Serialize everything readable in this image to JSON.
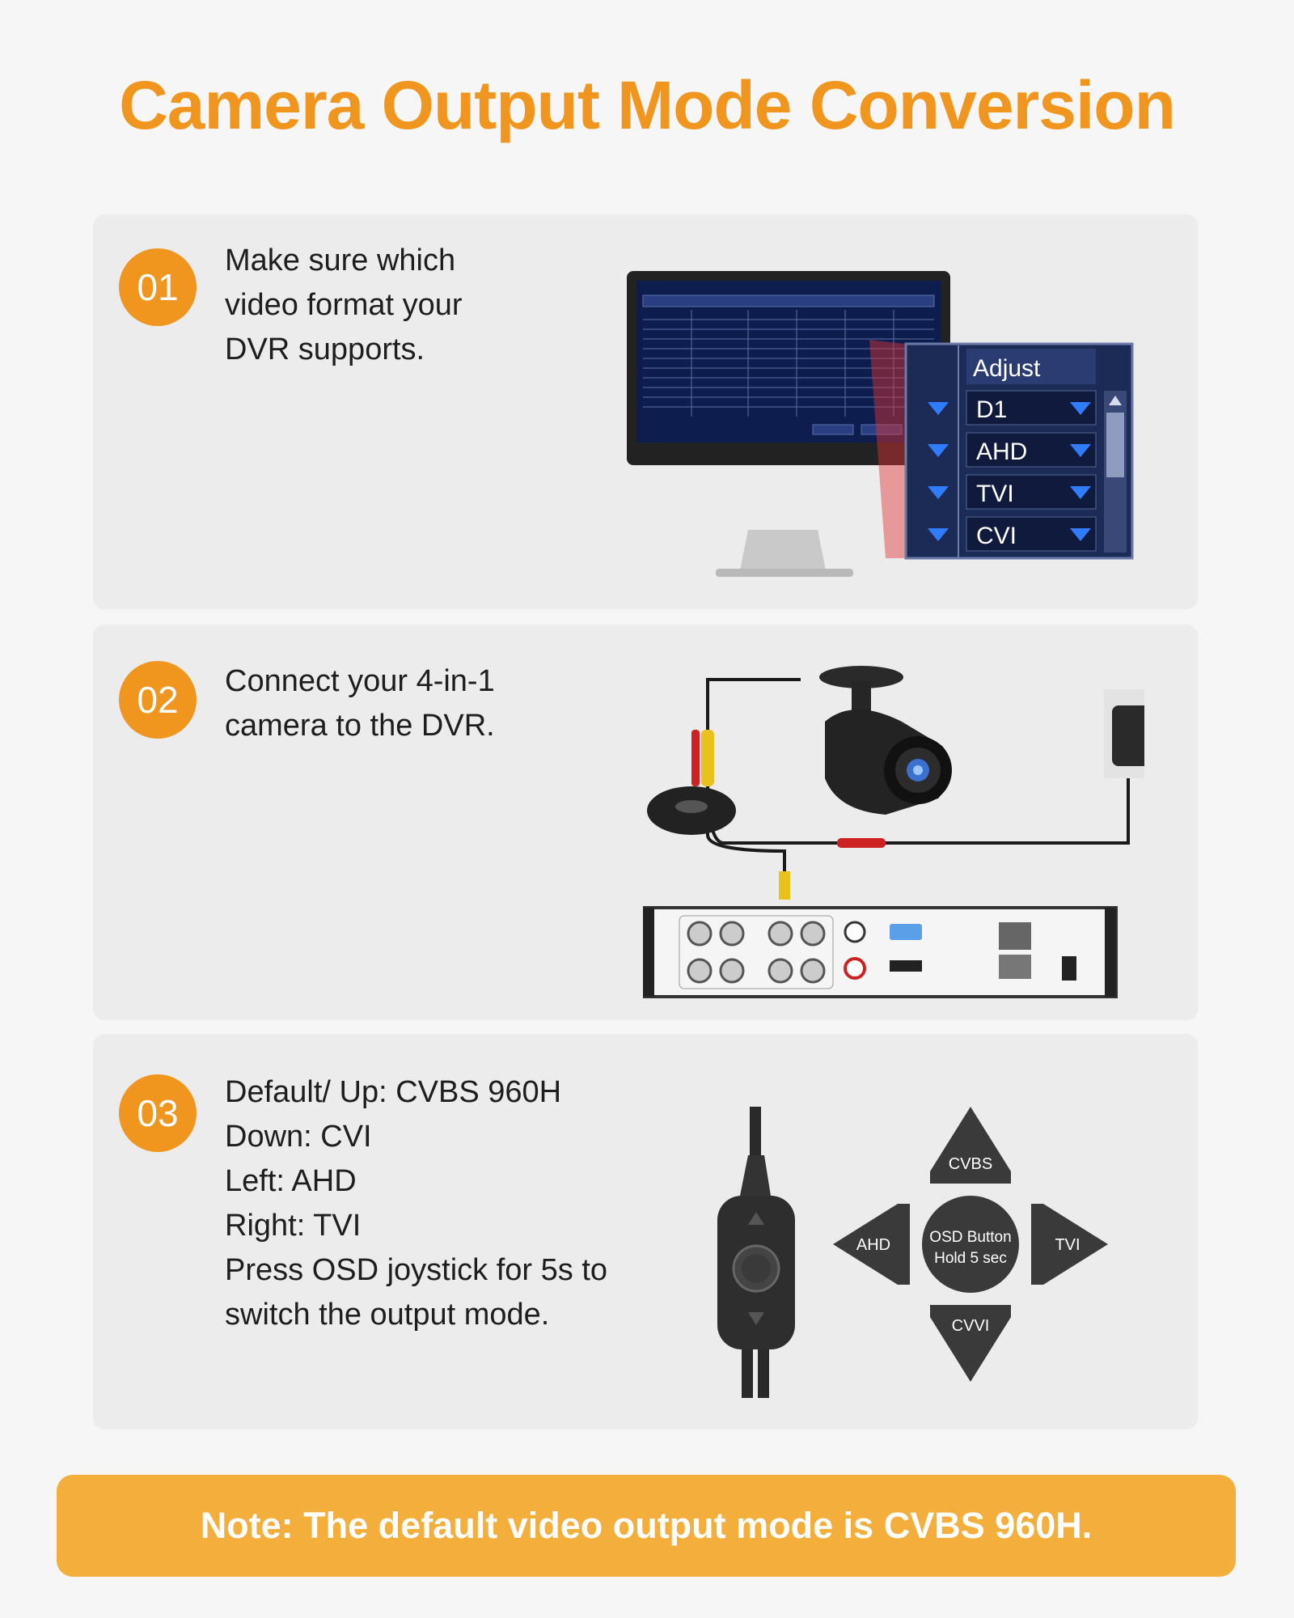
{
  "title": "Camera Output Mode Conversion",
  "steps": [
    {
      "number": "01",
      "lines": [
        "Make sure which",
        "video format your",
        "DVR supports."
      ],
      "dvr_menu": {
        "header": "Adjust",
        "options": [
          "D1",
          "AHD",
          "TVI",
          "CVI"
        ]
      }
    },
    {
      "number": "02",
      "lines": [
        "Connect your 4-in-1",
        "camera to the DVR."
      ]
    },
    {
      "number": "03",
      "lines": [
        "Default/ Up: CVBS 960H",
        "Down: CVI",
        "Left: AHD",
        "Right: TVI",
        "Press OSD joystick for 5s to",
        "switch the output mode."
      ],
      "joystick": {
        "up": "CVBS",
        "down": "CVVI",
        "left": "AHD",
        "right": "TVI",
        "center_line1": "OSD Button",
        "center_line2": "Hold 5 sec"
      }
    }
  ],
  "note": "Note: The default video output mode is CVBS 960H.",
  "colors": {
    "accent": "#f0961e",
    "note_bg": "#f4ae3c",
    "card_bg": "#ececec",
    "joystick": "#3a3a3a"
  }
}
